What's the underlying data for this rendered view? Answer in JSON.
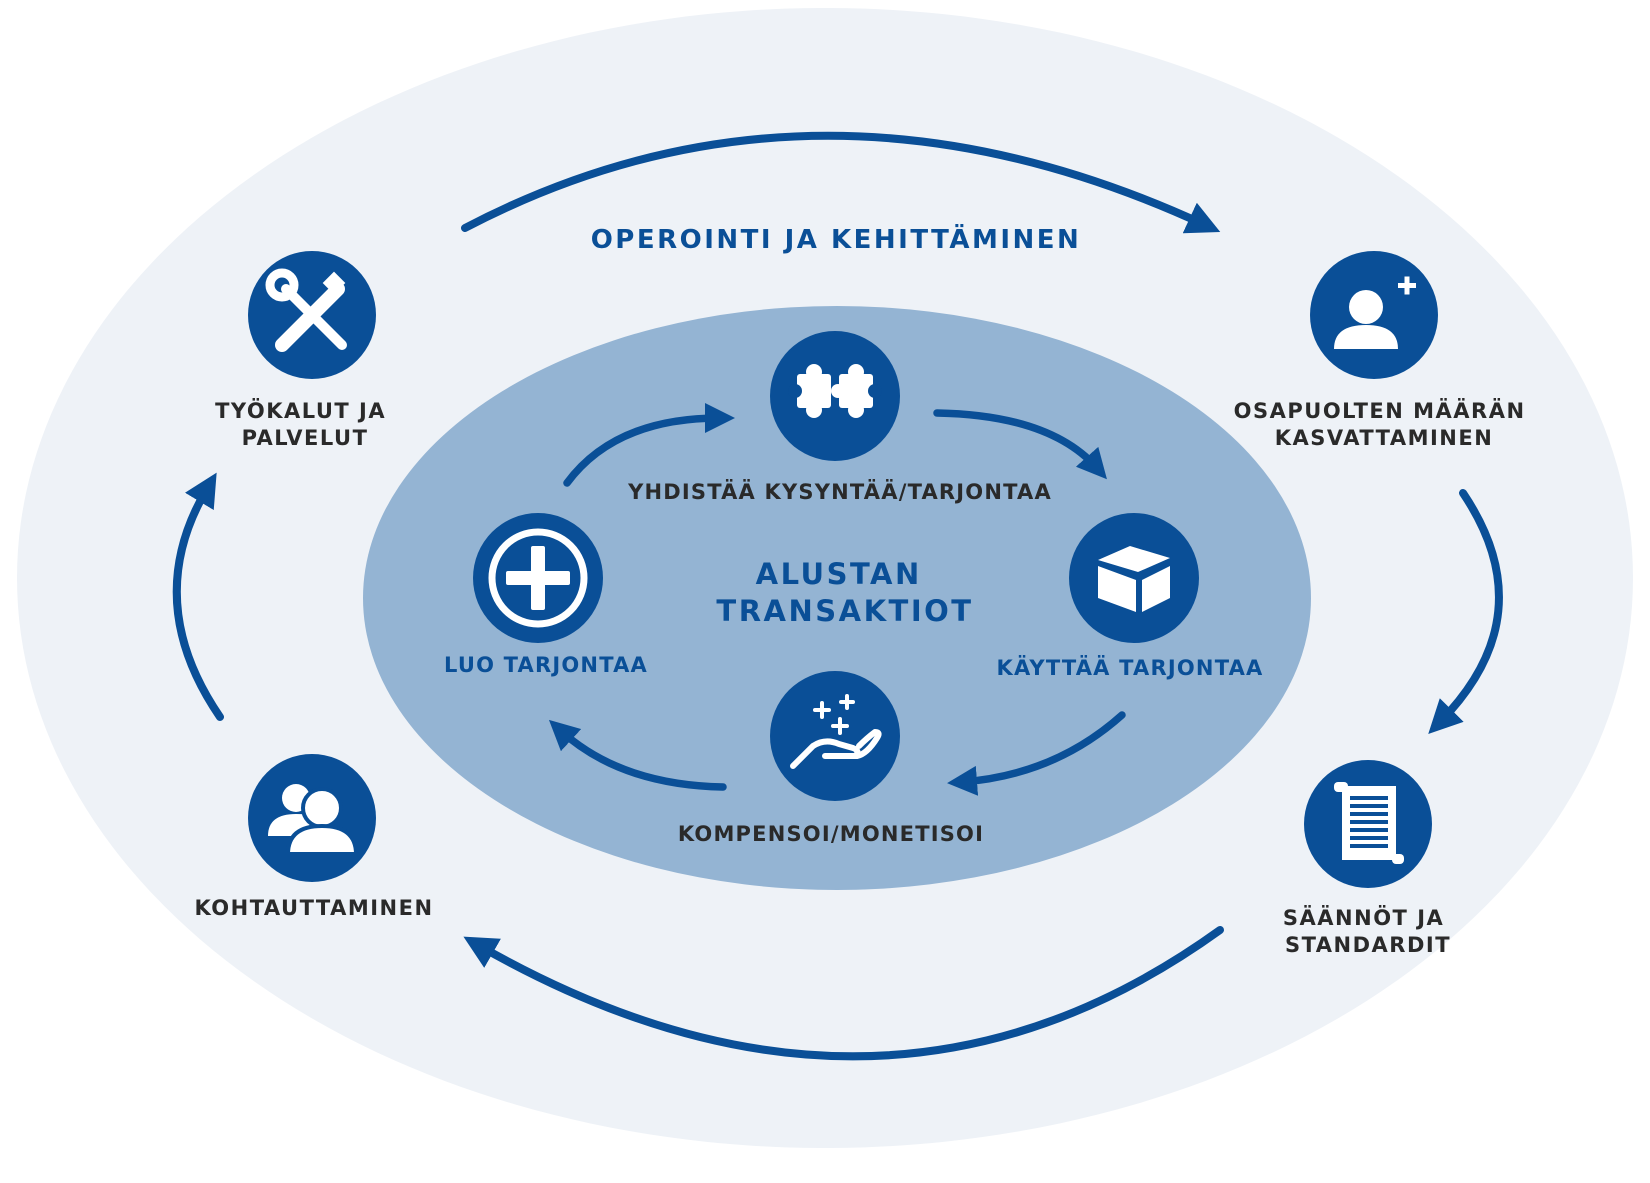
{
  "colors": {
    "outer_ellipse": "#eef2f7",
    "inner_ellipse": "#94b4d3",
    "primary_blue": "#0a4f97",
    "dark_text": "#2a2a2a",
    "white": "#ffffff"
  },
  "outer_cycle": {
    "title": "OPEROINTI JA KEHITTÄMINEN",
    "nodes": [
      {
        "lines": [
          "TYÖKALUT JA",
          "PALVELUT"
        ],
        "icon": "tools-icon"
      },
      {
        "lines": [
          "OSAPUOLTEN MÄÄRÄN",
          "KASVATTAMINEN"
        ],
        "icon": "add-user-icon"
      },
      {
        "lines": [
          "SÄÄNNÖT JA",
          "STANDARDIT"
        ],
        "icon": "document-scroll-icon"
      },
      {
        "lines": [
          "KOHTAUTTAMINEN"
        ],
        "icon": "users-icon"
      }
    ]
  },
  "inner_cycle": {
    "center_lines": [
      "ALUSTAN",
      "TRANSAKTIOT"
    ],
    "nodes": [
      {
        "label": "YHDISTÄÄ KYSYNTÄÄ/TARJONTAA",
        "icon": "puzzle-icon"
      },
      {
        "label": "KÄYTTÄÄ TARJONTAA",
        "icon": "box-icon"
      },
      {
        "label": "KOMPENSOI/MONETISOI",
        "icon": "hand-sparkle-icon"
      },
      {
        "label": "LUO TARJONTAA",
        "icon": "plus-circle-icon"
      }
    ]
  }
}
